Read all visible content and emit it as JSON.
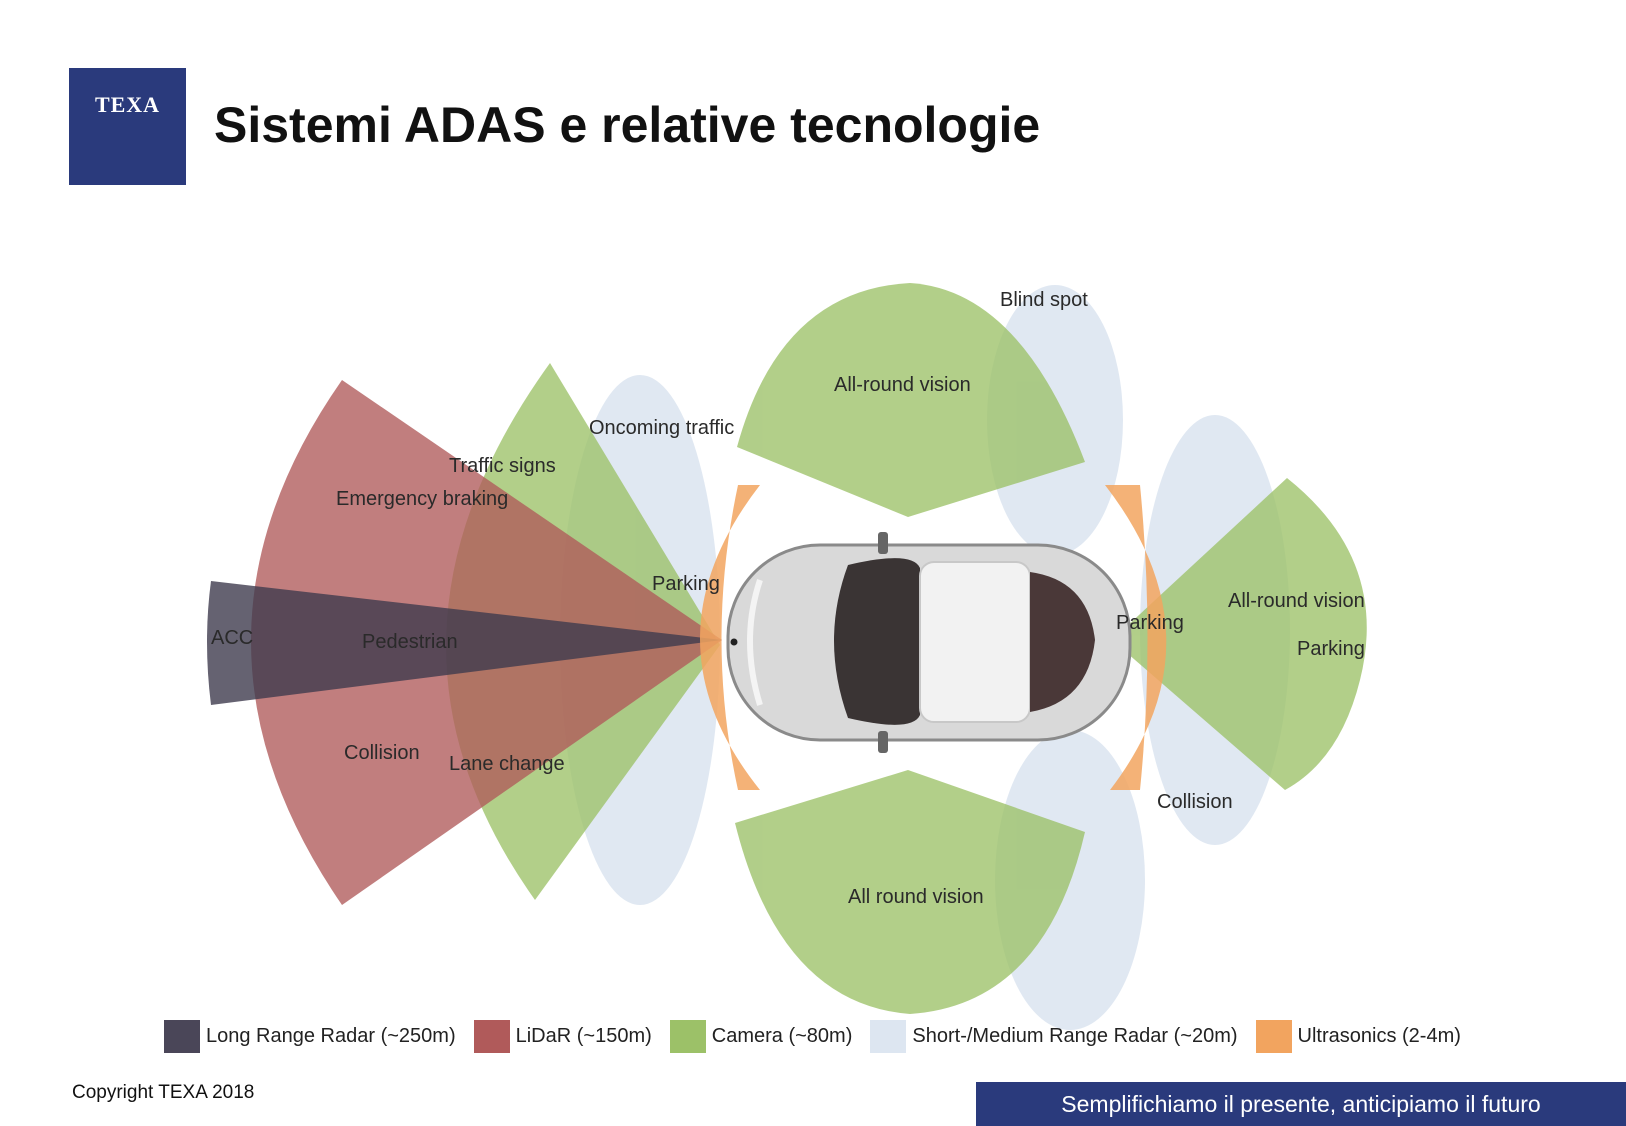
{
  "header": {
    "logo_text": "TEXA",
    "title": "Sistemi ADAS e relative tecnologie"
  },
  "colors": {
    "long_range_radar": "#4a4658",
    "lidar": "#b05a5a",
    "camera": "#9cc168",
    "short_medium_radar": "#dde6f1",
    "ultrasonics": "#f2a45f",
    "brand": "#2a3a7c"
  },
  "labels": {
    "acc": "ACC",
    "pedestrian": "Pedestrian",
    "collision_front": "Collision",
    "emergency_braking": "Emergency braking",
    "traffic_signs": "Traffic signs",
    "lane_change": "Lane change",
    "oncoming_traffic": "Oncoming traffic",
    "parking_front": "Parking",
    "blind_spot": "Blind spot",
    "all_round_vision_top": "All-round vision",
    "all_round_vision_bottom": "All round vision",
    "parking_rear": "Parking",
    "all_round_vision_rear": "All-round vision",
    "parking_rear_2": "Parking",
    "collision_rear": "Collision"
  },
  "legend": [
    {
      "label": "Long Range  Radar (~250m)",
      "color": "#4a4658"
    },
    {
      "label": "LiDaR (~150m)",
      "color": "#b05a5a"
    },
    {
      "label": "Camera (~80m)",
      "color": "#9cc168"
    },
    {
      "label": "Short-/Medium  Range Radar (~20m)",
      "color": "#dde6f1"
    },
    {
      "label": "Ultrasonics (2-4m)",
      "color": "#f2a45f"
    }
  ],
  "footer": {
    "copyright": "Copyright TEXA 2018",
    "tagline": "Semplifichiamo il presente, anticipiamo il futuro"
  }
}
